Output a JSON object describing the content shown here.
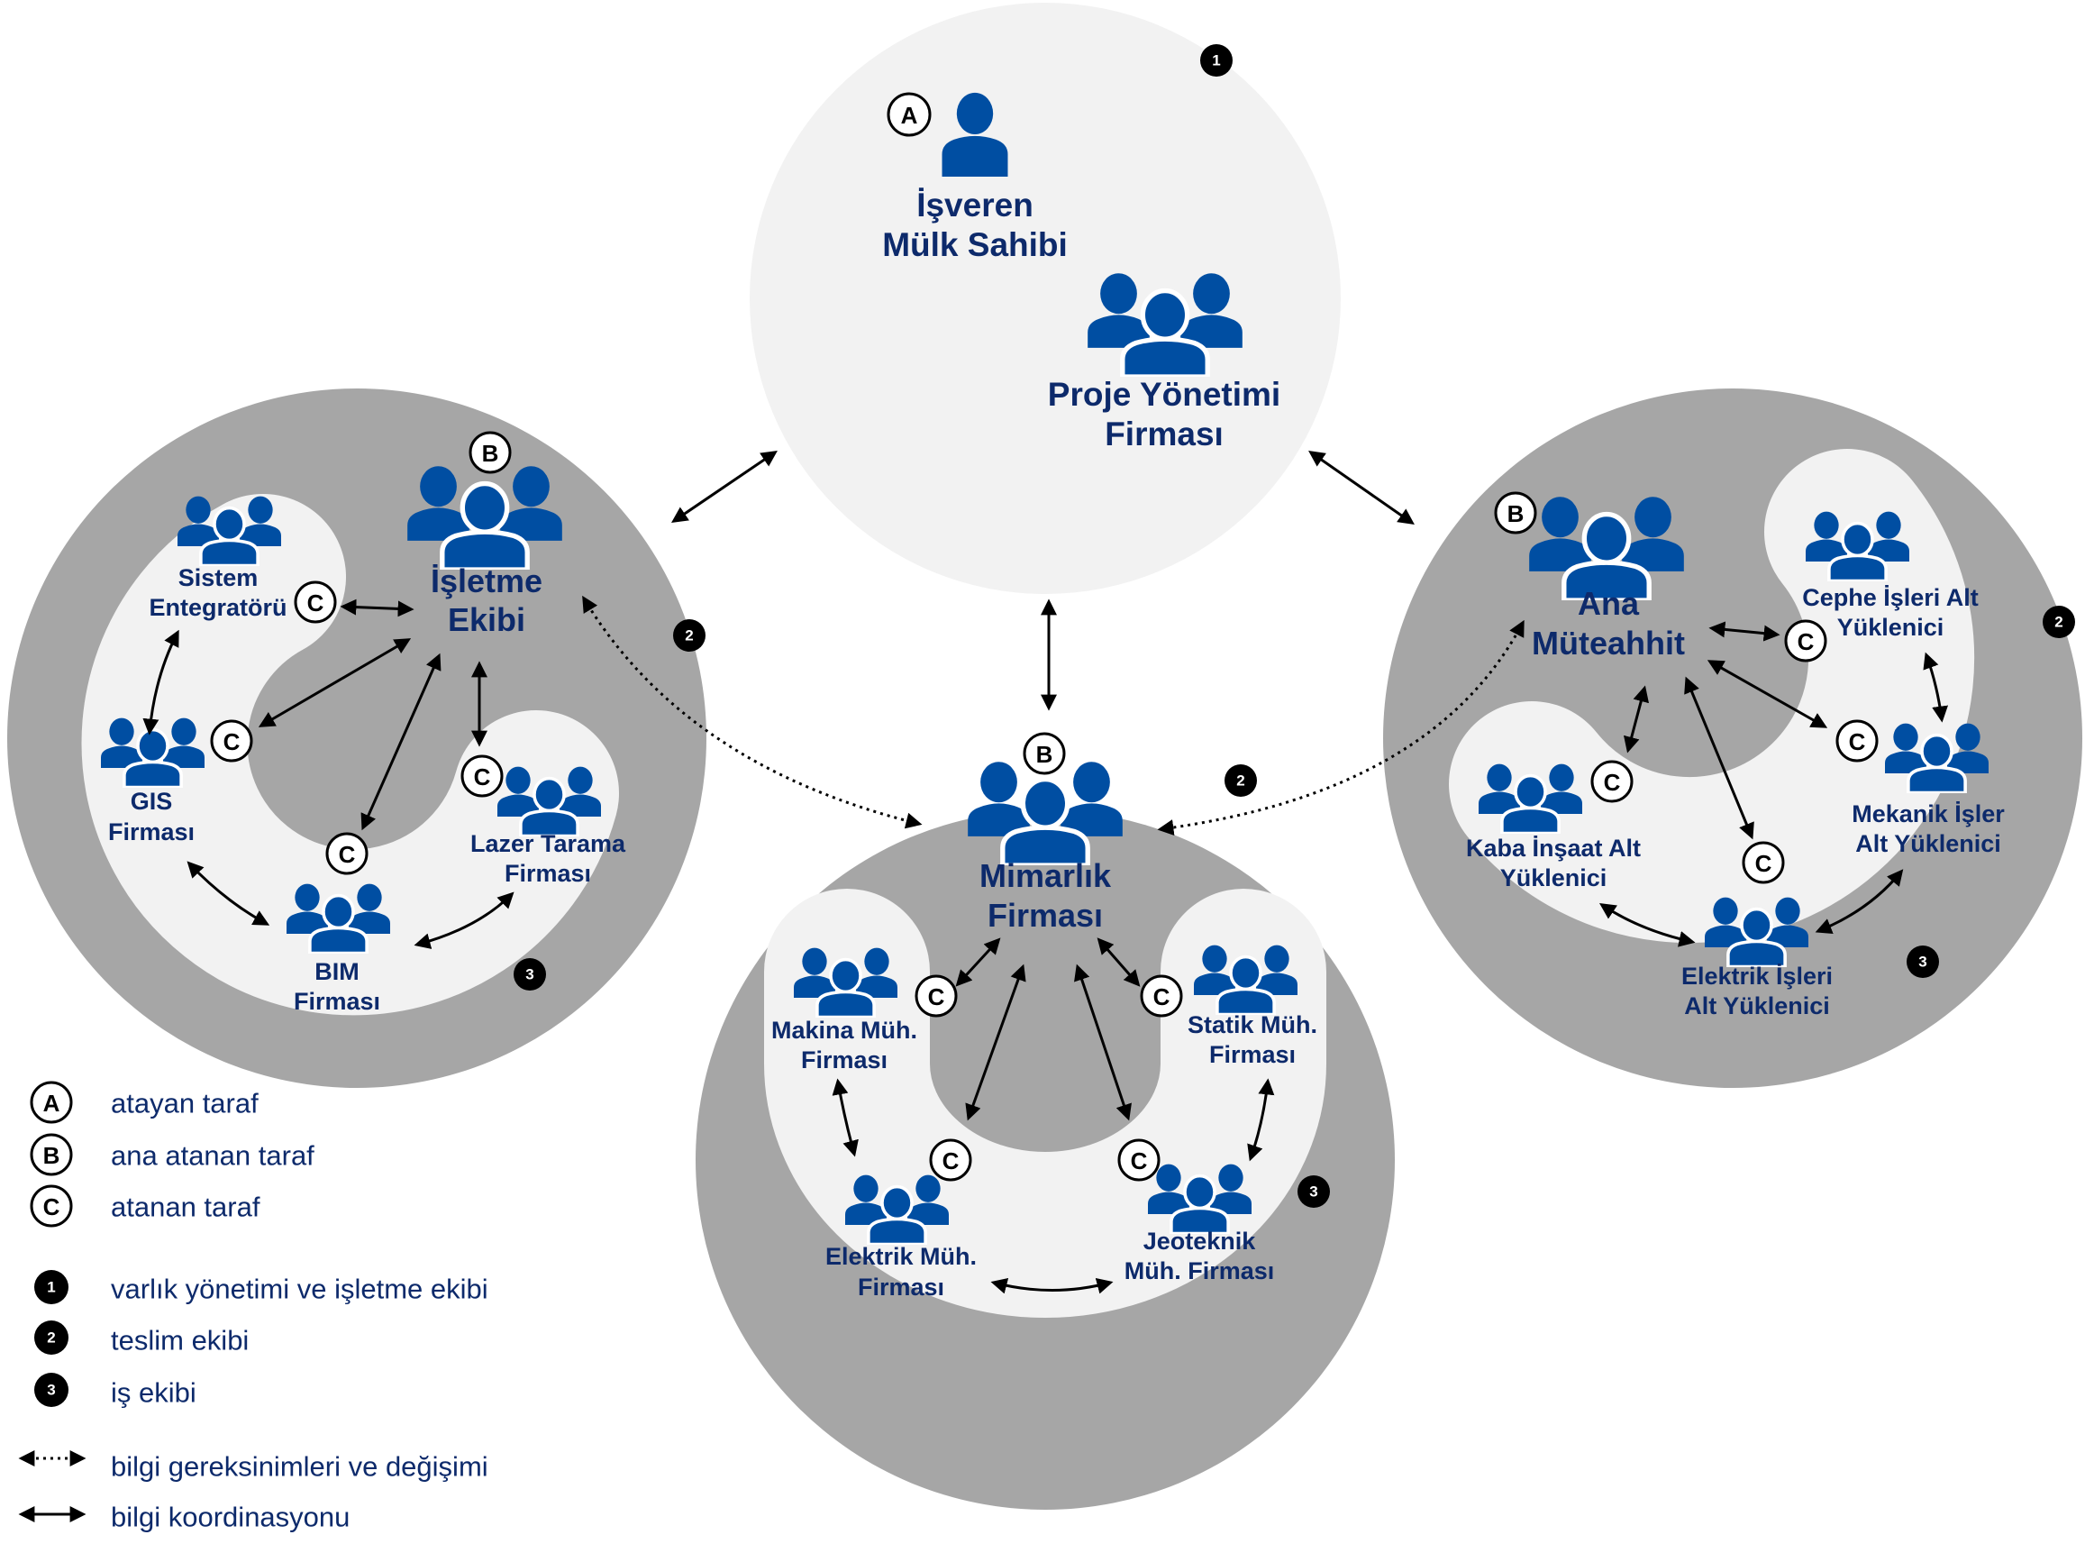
{
  "colors": {
    "icon_blue": "#004EA2",
    "text_navy": "#0D2A6B",
    "outer_ring": "#A6A6A6",
    "inner_light": "#F2F2F2"
  },
  "top_team": {
    "badge": "1",
    "appointing_party": {
      "role": "A",
      "icon": "person-icon",
      "line1": "İşveren",
      "line2": "Mülk Sahibi"
    },
    "project_management": {
      "icon": "group-icon",
      "line1": "Proje Yönetimi",
      "line2": "Firması"
    }
  },
  "left_team": {
    "delivery_badge": "2",
    "task_badge": "3",
    "lead": {
      "role": "B",
      "icon": "group-icon",
      "line1": "İşletme",
      "line2": "Ekibi"
    },
    "members": [
      {
        "role": "C",
        "line1": "Sistem",
        "line2": "Entegratörü"
      },
      {
        "role": "C",
        "line1": "GIS",
        "line2": "Firması"
      },
      {
        "role": "C",
        "line1": "BIM",
        "line2": "Firması"
      },
      {
        "role": "C",
        "line1": "Lazer Tarama",
        "line2": "Firması"
      }
    ]
  },
  "center_team": {
    "delivery_badge": "2",
    "task_badge": "3",
    "lead": {
      "role": "B",
      "icon": "group-icon",
      "line1": "Mimarlık",
      "line2": "Firması"
    },
    "members": [
      {
        "role": "C",
        "line1": "Makina Müh.",
        "line2": "Firması"
      },
      {
        "role": "C",
        "line1": "Statik Müh.",
        "line2": "Firması"
      },
      {
        "role": "C",
        "line1": "Elektrik Müh.",
        "line2": "Firması"
      },
      {
        "role": "C",
        "line1": "Jeoteknik",
        "line2": "Müh. Firması"
      }
    ]
  },
  "right_team": {
    "delivery_badge": "2",
    "task_badge": "3",
    "lead": {
      "role": "B",
      "icon": "group-icon",
      "line1": "Ana",
      "line2": "Müteahhit"
    },
    "members": [
      {
        "role": "C",
        "line1": "Cephe İşleri Alt",
        "line2": "Yüklenici"
      },
      {
        "role": "C",
        "line1": "Mekanik İşler",
        "line2": "Alt Yüklenici"
      },
      {
        "role": "C",
        "line1": "Elektrik İşleri",
        "line2": "Alt Yüklenici"
      },
      {
        "role": "C",
        "line1": "Kaba İnşaat Alt",
        "line2": "Yüklenici"
      }
    ]
  },
  "legend": {
    "roles": [
      {
        "symbol": "A",
        "label": "atayan taraf"
      },
      {
        "symbol": "B",
        "label": "ana atanan taraf"
      },
      {
        "symbol": "C",
        "label": "atanan taraf"
      }
    ],
    "teams": [
      {
        "symbol": "1",
        "label": "varlık yönetimi ve işletme ekibi"
      },
      {
        "symbol": "2",
        "label": "teslim ekibi"
      },
      {
        "symbol": "3",
        "label": "iş ekibi"
      }
    ],
    "arrows": [
      {
        "style": "dotted",
        "label": "bilgi gereksinimleri ve değişimi"
      },
      {
        "style": "solid",
        "label": "bilgi koordinasyonu"
      }
    ]
  }
}
